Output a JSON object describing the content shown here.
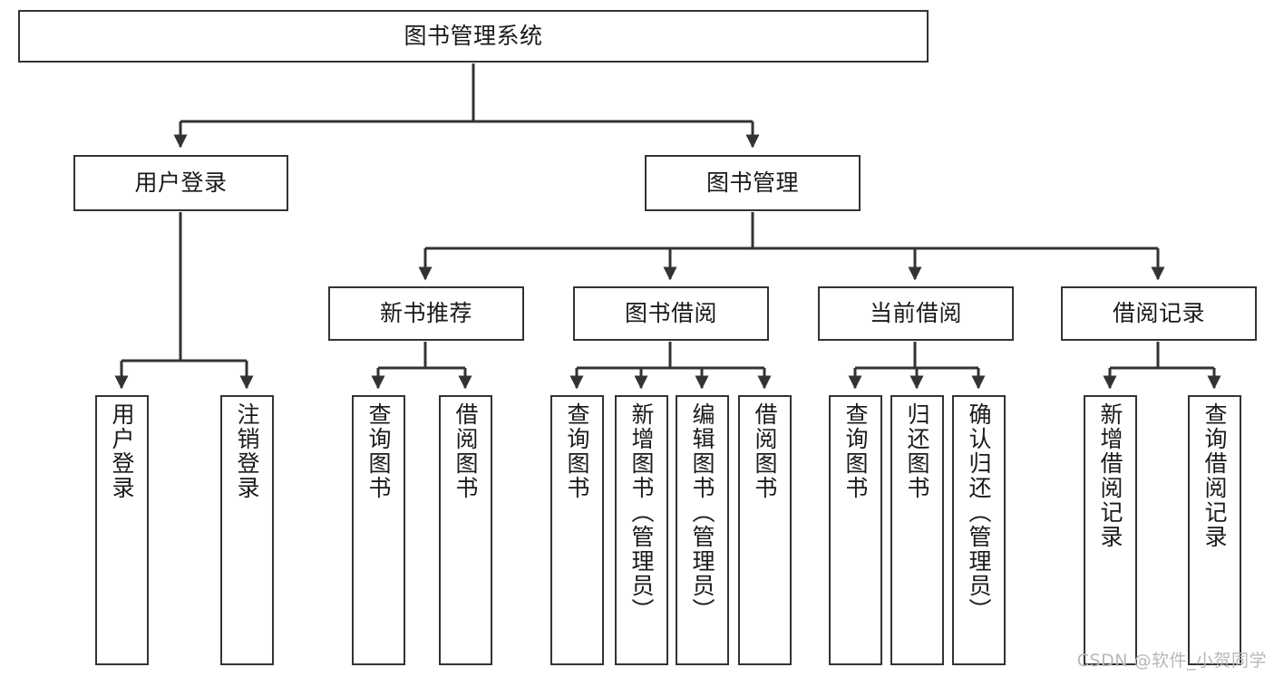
{
  "diagram": {
    "title": "图书管理系统",
    "type": "tree-hierarchy-diagram",
    "colors": {
      "node_border": "#333333",
      "node_fill": "#ffffff",
      "edge": "#333333",
      "text": "#1a1a1a",
      "watermark": "#b8b8b8"
    },
    "watermark": "CSDN @软件_小贺同学",
    "nodes": {
      "root": {
        "label": "图书管理系统"
      },
      "level2": [
        {
          "label": "用户登录"
        },
        {
          "label": "图书管理"
        }
      ],
      "level3": [
        {
          "label": "新书推荐"
        },
        {
          "label": "图书借阅"
        },
        {
          "label": "当前借阅"
        },
        {
          "label": "借阅记录"
        }
      ],
      "leaves": [
        {
          "label": "用户登录",
          "parent": "用户登录"
        },
        {
          "label": "注销登录",
          "parent": "用户登录"
        },
        {
          "label": "查询图书",
          "parent": "新书推荐"
        },
        {
          "label": "借阅图书",
          "parent": "新书推荐"
        },
        {
          "label": "查询图书",
          "parent": "图书借阅"
        },
        {
          "label": "新增图书（管理员）",
          "parent": "图书借阅"
        },
        {
          "label": "编辑图书（管理员）",
          "parent": "图书借阅"
        },
        {
          "label": "借阅图书",
          "parent": "图书借阅"
        },
        {
          "label": "查询图书",
          "parent": "当前借阅"
        },
        {
          "label": "归还图书",
          "parent": "当前借阅"
        },
        {
          "label": "确认归还（管理员）",
          "parent": "当前借阅"
        },
        {
          "label": "新增借阅记录",
          "parent": "借阅记录"
        },
        {
          "label": "查询借阅记录",
          "parent": "借阅记录"
        }
      ]
    }
  }
}
